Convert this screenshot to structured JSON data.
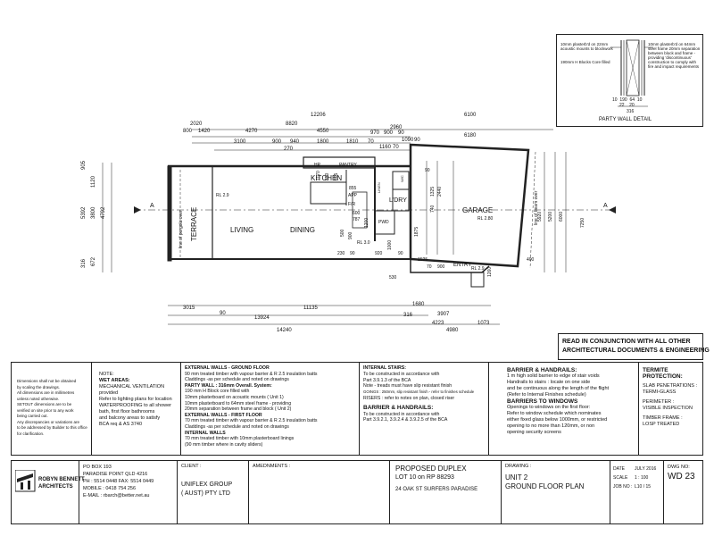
{
  "party_wall_detail": {
    "title": "PARTY WALL DETAIL",
    "left_note_1": "10mm plasterb'd on 22mm acoustic mounts to blockwork",
    "left_note_2": "190mm H Blocks Core filled",
    "right_note": "10mm plasterb'd on 64mm steel frame 20mm separation between block and frame - providing 'discontinuous' construction to comply with fire and impact requirements",
    "dims_row1": [
      "10",
      "190",
      "64",
      "10"
    ],
    "dims_row2": [
      "22",
      "20"
    ],
    "dim_total": "316"
  },
  "plan": {
    "top_dims": [
      "2020",
      "800",
      "1420",
      "4270",
      "8820",
      "4550",
      "12206",
      "6100",
      "2960",
      "970",
      "900",
      "90",
      "3100",
      "900",
      "940",
      "1800",
      "1810",
      "70",
      "6180",
      "1090",
      "90",
      "270",
      "1160",
      "70"
    ],
    "left_dims": [
      "905",
      "1120",
      "5392",
      "3800",
      "4792",
      "316",
      "672"
    ],
    "bottom_dims": [
      "3015",
      "90",
      "11135",
      "13924",
      "316",
      "1680",
      "3907",
      "4223",
      "4980",
      "1073",
      "14240"
    ],
    "rooms": {
      "hp": "HP",
      "pantry": "PANTRY",
      "kitchen": "KITCHEN",
      "living": "LIVING",
      "dining": "DINING",
      "terrace": "TERRACE",
      "ldry": "L'DRY",
      "wc": "W/C",
      "linen": "LINEN",
      "garage": "GARAGE",
      "entry": "ENTRY",
      "pwd": "PWD",
      "app": "APP",
      "fr": "F/R"
    },
    "rls": [
      "RL 2.9",
      "RL 3.0",
      "RL 2.80",
      "RL 2.9"
    ],
    "pergola_note": "line of pergola over",
    "beam_note": "line of beam over",
    "section_marker": "A",
    "kitchen_dims": [
      "1170",
      "850",
      "865",
      "855",
      "600",
      "787",
      "1200",
      "500",
      "900"
    ],
    "garage_dims": [
      "1875",
      "740",
      "2440",
      "1325",
      "90",
      "5920",
      "5200",
      "6000",
      "7250",
      "400",
      "1525",
      "900",
      "70",
      "1260",
      "530",
      "230",
      "90",
      "920",
      "1000",
      "90"
    ]
  },
  "read_note": {
    "line1": "READ IN CONJUNCTION WITH ALL OTHER",
    "line2": "ARCHITECTURAL DOCUMENTS & ENGINEERING"
  },
  "notes": {
    "general": [
      "Dimensions shall not be obtained",
      "by scaling the drawings.",
      "All dimensions are in millimetres",
      "unless noted otherwise.",
      "SETOUT dimensions are to be",
      "verified on site prior to any work",
      "being carried out.",
      "Any discrepancies or variations are",
      "to be addressed by Builder to this office",
      "for clarification."
    ],
    "wet_title": "NOTE:",
    "wet_heading": "WET AREAS:",
    "wet_lines": [
      "MECHANICAL VENTILATION",
      "provided",
      "Refer to lighting plans for location",
      "WATERPROOFING to all shower",
      "bath, first floor bathrooms",
      "and balcony areas to satisfy",
      "BCA req & AS 3740"
    ],
    "walls": [
      "EXTERNAL WALLS - GROUND FLOOR",
      "90 mm treated timber with vapour barrier & R 2.5 insulation batts",
      "Claddings -as per schedule and noted on drawings",
      "PARTY WALL : 316mm Overall. System:",
      "190 mm H Block core filled with",
      "10mm plasterboard on acoustic mounts ( Unit 1)",
      "10mm plasterboard to 64mm steel frame - providing",
      "20mm separation between frame and block ( Unit 2)",
      "EXTERNAL WALLS - FIRST FLOOR",
      "70 mm treated timber with vapour barrier & R 2.5 insulation batts",
      "Claddings -as per schedule and noted on drawings",
      "INTERNAL WALLS",
      "70 mm treated timber with 10mm plasterboard linings",
      "(90 mm timber where in cavity sliders)"
    ],
    "stairs": [
      "INTERNAL STAIRS:",
      "To be constructed in accordance with",
      "Part 3.9.1.3 of the BCA",
      "Note - treads must have slip resistant finish",
      "GOINGS : 250mm, slip resistant finish - refer to finishes schedule",
      "RISERS : refer to notes on plan, closed riser",
      "BARRIER & HANDRAILS:",
      "To be constructed in accordance with",
      "Part 3.9.2.1, 3.9.2.4 & 3.9.2.5 of the BCA"
    ],
    "barrier": [
      "BARRIER & HANDRAILS:",
      "1 m high solid barrier to edge of stair voids",
      "Handrails to stairs : locate on one side",
      "and be continuous along the length of the flight",
      "(Refer to Internal Finishes schedule)",
      "BARRIERS TO WINDOWS",
      "Openings to windows on the first floor:",
      "Refer to window schedule which nominates",
      "either fixed glass below 1000mm, or restricted",
      "opening to no more than 120mm, or non",
      "opening security screens"
    ],
    "termite": [
      "TERMITE",
      "PROTECTION:",
      "SLAB PENETRATIONS :",
      "TERMI-GLASS",
      "PERIMETER :",
      "VISIBLE INSPECTION",
      "TIMBER FRAME :",
      "LOSP TREATED"
    ]
  },
  "title_block": {
    "firm_line1": "ROBYN BENNETT",
    "firm_line2": "ARCHITECTS",
    "address": [
      "PO BOX 193",
      "PARADISE POINT QLD 4216",
      "PH : 5514 0448 FAX: 5514 0449",
      "MOBILE : 0418 754 256",
      "E-MAIL : rbarch@better.net.au"
    ],
    "client_label": "CLIENT :",
    "client": [
      "UNIFLEX GROUP",
      "( AUST) PTY LTD"
    ],
    "amendments_label": "AMEDNMENTS :",
    "project": [
      "PROPOSED DUPLEX",
      "LOT 10 on RP 88293",
      "24 OAK ST SURFERS PARADISE"
    ],
    "drawing_label": "DRAWING :",
    "drawing": [
      "UNIT 2",
      "GROUND FLOOR PLAN"
    ],
    "date_label": "DATE",
    "date": "JULY 2016",
    "scale_label": "SCALE",
    "scale": "1 : 100",
    "job_label": "JOB NO :",
    "job": "L10 / 15",
    "dwg_label": "DWG NO:",
    "dwg": "WD 23"
  }
}
